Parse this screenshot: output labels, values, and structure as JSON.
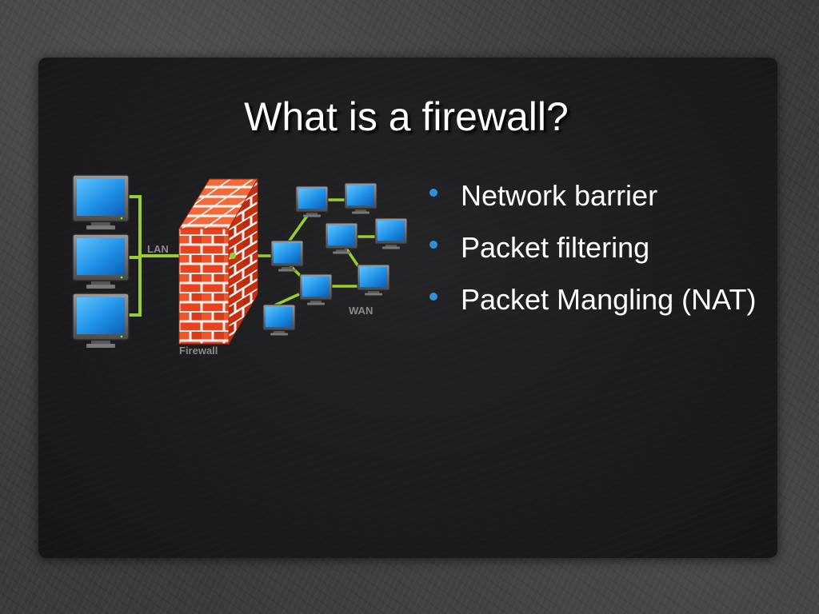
{
  "slide": {
    "title": "What is a firewall?",
    "bullets": [
      {
        "text": "Network barrier"
      },
      {
        "text": "Packet filtering"
      },
      {
        "text": "Packet Mangling (NAT)"
      }
    ]
  },
  "diagram": {
    "lan_label": "LAN",
    "wan_label": "WAN",
    "firewall_label": "Firewall",
    "lan_computers": 3,
    "wan_computers": 8
  },
  "colors": {
    "slide_background": "#1c1c1e",
    "title_text": "#ffffff",
    "bullet_dot": "#2f8fd8",
    "link_line": "#9acd32",
    "brick": "#e8421f",
    "screen": "#1e90e6",
    "label_text": "#8a8a8a"
  },
  "icons": [
    "desktop-computer-icon",
    "brick-firewall-icon",
    "network-link-icon"
  ]
}
